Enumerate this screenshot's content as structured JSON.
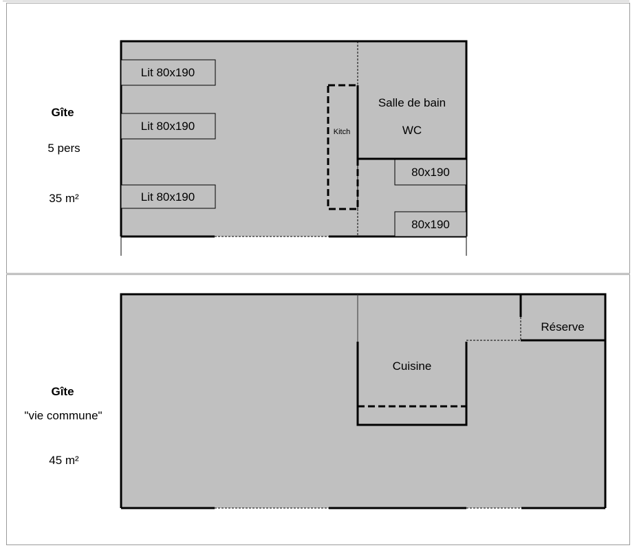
{
  "plans": [
    {
      "title": "Gîte",
      "capacity": "5 pers",
      "area": "35 m²",
      "rooms": {
        "bed1": "Lit 80x190",
        "bed2": "Lit 80x190",
        "bed3": "Lit 80x190",
        "kitchenette": "Kitch",
        "bathroom": "Salle de bain",
        "wc": "WC",
        "bed4": "80x190",
        "bed5": "80x190"
      }
    },
    {
      "title": "Gîte",
      "subtitle": "\"vie commune\"",
      "area": "45 m²",
      "rooms": {
        "kitchen": "Cuisine",
        "storage": "Réserve"
      }
    }
  ],
  "colors": {
    "floor": "#c0c0c0",
    "wall": "#000000",
    "panel_border": "#9a9a9a"
  }
}
